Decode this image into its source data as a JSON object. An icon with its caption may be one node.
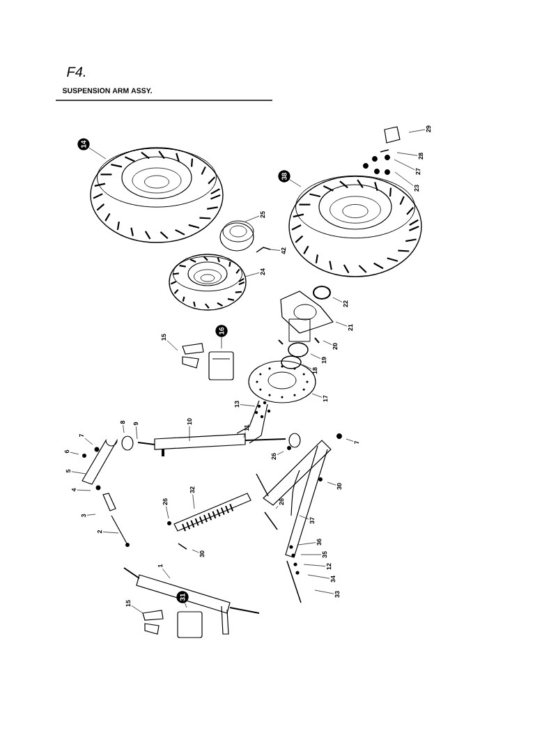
{
  "diagram": {
    "title": "SUSPENSION ARM ASSY.",
    "nodes": [
      {
        "text": [
          "29"
        ]
      },
      {
        "text": [
          "14"
        ]
      },
      {
        "text": [
          "28"
        ]
      },
      {
        "text": [
          "27"
        ]
      },
      {
        "text": [
          "38"
        ]
      },
      {
        "text": [
          "23"
        ]
      },
      {
        "text": [
          "25"
        ]
      },
      {
        "text": [
          "42"
        ]
      },
      {
        "text": [
          "24"
        ]
      },
      {
        "text": [
          "22"
        ]
      },
      {
        "text": [
          "21"
        ]
      },
      {
        "text": [
          "16"
        ]
      },
      {
        "text": [
          "15"
        ]
      },
      {
        "text": [
          "20"
        ]
      },
      {
        "text": [
          "19"
        ]
      },
      {
        "text": [
          "18"
        ]
      },
      {
        "text": [
          "17"
        ]
      },
      {
        "text": [
          "13"
        ]
      },
      {
        "text": [
          "10"
        ]
      },
      {
        "text": [
          "8"
        ]
      },
      {
        "text": [
          "9"
        ]
      },
      {
        "text": [
          "11"
        ]
      },
      {
        "text": [
          "7"
        ]
      },
      {
        "text": [
          "7"
        ]
      },
      {
        "text": [
          "6"
        ]
      },
      {
        "text": [
          "26"
        ]
      },
      {
        "text": [
          "5"
        ]
      },
      {
        "text": [
          "30"
        ]
      },
      {
        "text": [
          "4"
        ]
      },
      {
        "text": [
          "32"
        ]
      },
      {
        "text": [
          "26"
        ]
      },
      {
        "text": [
          "26"
        ]
      },
      {
        "text": [
          "3"
        ]
      },
      {
        "text": [
          "37"
        ]
      },
      {
        "text": [
          "2"
        ]
      },
      {
        "text": [
          "36"
        ]
      },
      {
        "text": [
          "30"
        ]
      },
      {
        "text": [
          "35"
        ]
      },
      {
        "text": [
          "12"
        ]
      },
      {
        "text": [
          "1"
        ]
      },
      {
        "text": [
          "34"
        ]
      },
      {
        "text": [
          "33"
        ]
      },
      {
        "text": [
          "31"
        ]
      },
      {
        "text": [
          "15"
        ]
      }
    ],
    "edges": [
      {
        "from": 0,
        "to": null,
        "arrow": "none"
      },
      {
        "from": 1,
        "to": null,
        "arrow": "none"
      },
      {
        "from": 2,
        "to": null,
        "arrow": "none"
      },
      {
        "from": 3,
        "to": null,
        "arrow": "none"
      },
      {
        "from": 4,
        "to": null,
        "arrow": "none"
      },
      {
        "from": 5,
        "to": null,
        "arrow": "none"
      },
      {
        "from": 6,
        "to": null,
        "arrow": "none"
      },
      {
        "from": 7,
        "to": null,
        "arrow": "none"
      },
      {
        "from": 8,
        "to": null,
        "arrow": "none"
      },
      {
        "from": 9,
        "to": null,
        "arrow": "none"
      },
      {
        "from": 10,
        "to": null,
        "arrow": "none"
      },
      {
        "from": 11,
        "to": null,
        "arrow": "none"
      },
      {
        "from": 12,
        "to": null,
        "arrow": "none"
      },
      {
        "from": 13,
        "to": null,
        "arrow": "none"
      },
      {
        "from": 14,
        "to": null,
        "arrow": "none"
      },
      {
        "from": 15,
        "to": null,
        "arrow": "none"
      },
      {
        "from": 16,
        "to": null,
        "arrow": "none"
      },
      {
        "from": 17,
        "to": null,
        "arrow": "none"
      },
      {
        "from": 18,
        "to": null,
        "arrow": "none"
      },
      {
        "from": 19,
        "to": null,
        "arrow": "none"
      },
      {
        "from": 20,
        "to": null,
        "arrow": "none"
      },
      {
        "from": 21,
        "to": null,
        "arrow": "none"
      },
      {
        "from": 22,
        "to": null,
        "arrow": "none"
      },
      {
        "from": 23,
        "to": null,
        "arrow": "none"
      },
      {
        "from": 24,
        "to": null,
        "arrow": "none"
      },
      {
        "from": 25,
        "to": null,
        "arrow": "none"
      },
      {
        "from": 26,
        "to": null,
        "arrow": "none"
      },
      {
        "from": 27,
        "to": null,
        "arrow": "none"
      },
      {
        "from": 28,
        "to": null,
        "arrow": "none"
      },
      {
        "from": 29,
        "to": null,
        "arrow": "none"
      },
      {
        "from": 30,
        "to": null,
        "arrow": "none"
      },
      {
        "from": 31,
        "to": null,
        "arrow": "none"
      },
      {
        "from": 32,
        "to": null,
        "arrow": "none"
      },
      {
        "from": 33,
        "to": null,
        "arrow": "none"
      },
      {
        "from": 34,
        "to": null,
        "arrow": "none"
      },
      {
        "from": 35,
        "to": null,
        "arrow": "none"
      },
      {
        "from": 36,
        "to": null,
        "arrow": "none"
      },
      {
        "from": 37,
        "to": null,
        "arrow": "none"
      },
      {
        "from": 38,
        "to": null,
        "arrow": "none"
      },
      {
        "from": 39,
        "to": null,
        "arrow": "none"
      },
      {
        "from": 40,
        "to": null,
        "arrow": "none"
      },
      {
        "from": 41,
        "to": null,
        "arrow": "none"
      },
      {
        "from": 42,
        "to": null,
        "arrow": "none"
      },
      {
        "from": 43,
        "to": null,
        "arrow": "none"
      }
    ],
    "labels": [
      "F4."
    ]
  }
}
